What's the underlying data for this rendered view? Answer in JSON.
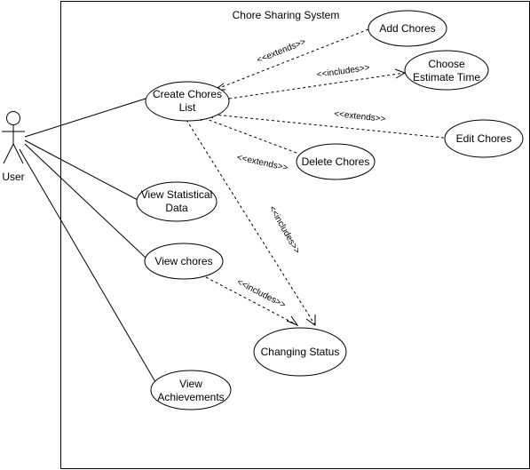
{
  "system": {
    "title": "Chore Sharing System"
  },
  "actor": {
    "label": "User"
  },
  "use_cases": {
    "create_chores_list": [
      "Create Chores",
      "List"
    ],
    "add_chores": [
      "Add Chores"
    ],
    "choose_estimate_time": [
      "Choose",
      "Estimate Time"
    ],
    "edit_chores": [
      "Edit Chores"
    ],
    "delete_chores": [
      "Delete Chores"
    ],
    "view_statistical_data": [
      "View Statistical",
      "Data"
    ],
    "view_chores": [
      "View chores"
    ],
    "changing_status": [
      "Changing Status"
    ],
    "view_achievements": [
      "View",
      "Achievements"
    ]
  },
  "relations": {
    "extends": "<<extends>>",
    "includes": "<<includes>>"
  },
  "colors": {
    "line": "#000000",
    "background": "#ffffff"
  }
}
